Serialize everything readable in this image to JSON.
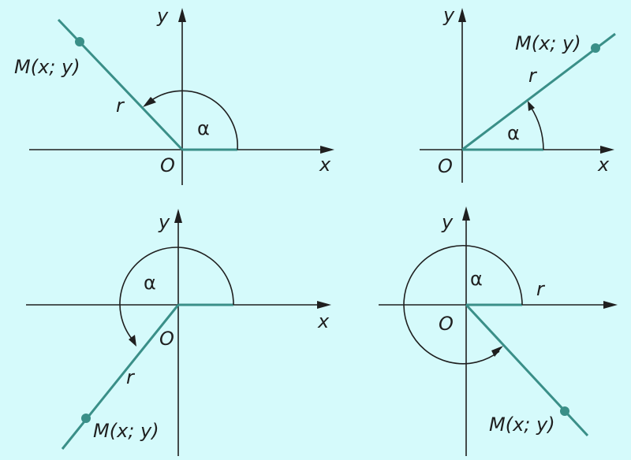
{
  "colors": {
    "background": "#d5fafb",
    "ray": "#3a8f88",
    "axis": "#1f1f1f"
  },
  "panels": [
    {
      "x_label": "x",
      "y_label": "y",
      "origin_label": "O",
      "angle_label": "α",
      "radius_label": "r",
      "point_label": "M(x; y)"
    },
    {
      "x_label": "x",
      "y_label": "y",
      "origin_label": "O",
      "angle_label": "α",
      "radius_label": "r",
      "point_label": "M(x; y)"
    },
    {
      "x_label": "x",
      "y_label": "y",
      "origin_label": "O",
      "angle_label": "α",
      "radius_label": "r",
      "point_label": "M(x; y)"
    },
    {
      "x_label": "",
      "y_label": "y",
      "origin_label": "O",
      "angle_label": "α",
      "radius_label": "r",
      "point_label": "M(x; y)"
    }
  ]
}
